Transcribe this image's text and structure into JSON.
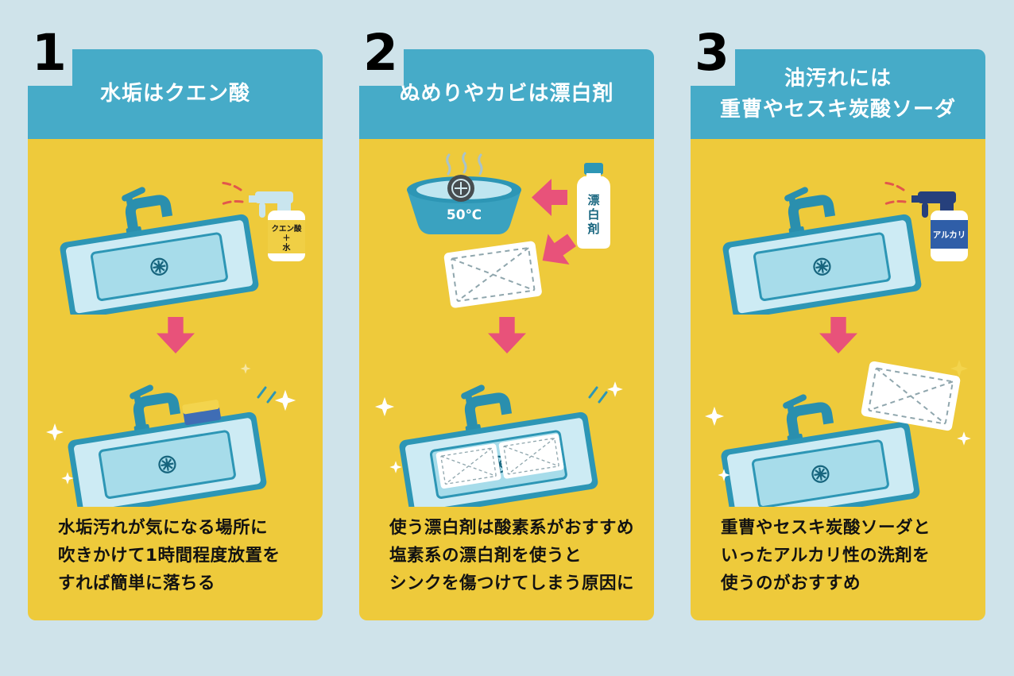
{
  "page": {
    "background_color": "#cfe3ea",
    "card_color": "#eeca3b",
    "header_color": "#46abc8",
    "arrow_color": "#e8527a"
  },
  "panels": [
    {
      "number": "1",
      "title": "水垢はクエン酸",
      "description": "水垢汚れが気になる場所に\n吹きかけて1時間程度放置を\nすれば簡単に落ちる",
      "spray_label_lines": [
        "クエン酸",
        "＋",
        "水"
      ]
    },
    {
      "number": "2",
      "title": "ぬめりやカビは漂白剤",
      "description": "使う漂白剤は酸素系がおすすめ\n塩素系の漂白剤を使うと\nシンクを傷つけてしまう原因に",
      "basin_temp": "50℃",
      "bottle_label_chars": [
        "漂",
        "白",
        "剤"
      ]
    },
    {
      "number": "3",
      "title": "油汚れには\n重曹やセスキ炭酸ソーダ",
      "description": "重曹やセスキ炭酸ソーダと\nいったアルカリ性の洗剤を\n使うのがおすすめ",
      "spray_label": "アルカリ"
    }
  ]
}
